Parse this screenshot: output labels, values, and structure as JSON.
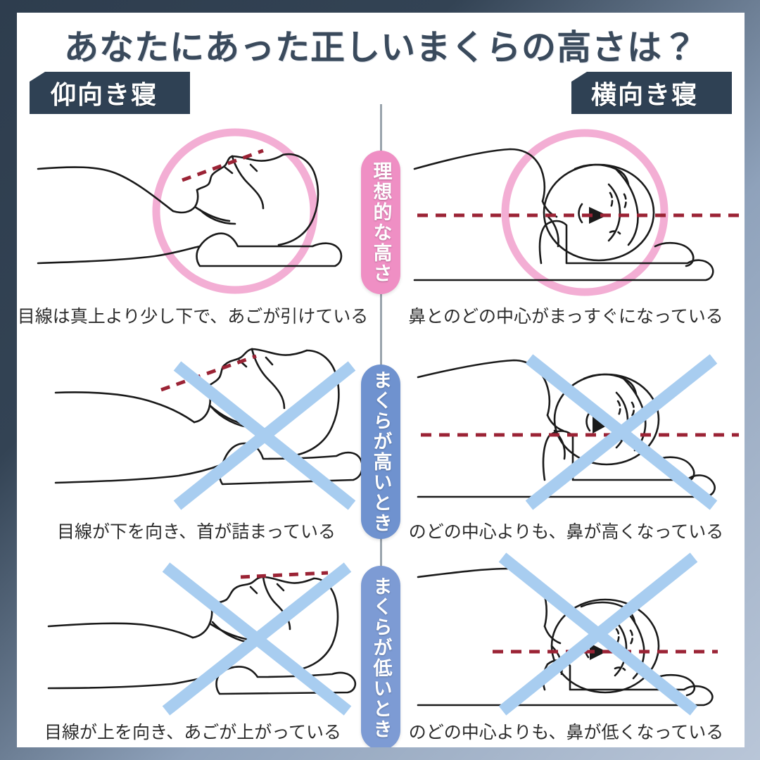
{
  "poster": {
    "title": "あなたにあった正しいまくらの高さは？",
    "frame_color": "#2f4154",
    "background_color": "#ffffff"
  },
  "columns": [
    {
      "id": "back-sleeping",
      "label": "仰向き寝"
    },
    {
      "id": "side-sleeping",
      "label": "横向き寝"
    }
  ],
  "center_labels": [
    {
      "id": "ideal-height",
      "label": "理想的な高さ",
      "color": "#ef8fc4",
      "status": "good"
    },
    {
      "id": "pillow-too-high",
      "label": "まくらが高いとき",
      "color": "#6f92cf",
      "status": "bad"
    },
    {
      "id": "pillow-too-low",
      "label": "まくらが低いとき",
      "color": "#7d9bd4",
      "status": "bad"
    }
  ],
  "rows": [
    {
      "id": "row-ideal",
      "left_caption": "目線は真上より少し下で、あごが引けている",
      "right_caption": "鼻とのどの中心がまっすぐになっている",
      "marked_wrong": false,
      "highlight_color": "#ef8fc4"
    },
    {
      "id": "row-too-high",
      "left_caption": "目線が下を向き、首が詰まっている",
      "right_caption": "のどの中心よりも、鼻が高くなっている",
      "marked_wrong": true,
      "cross_color": "#a8cdf0"
    },
    {
      "id": "row-too-low",
      "left_caption": "目線が上を向き、あごが上がっている",
      "right_caption": "のどの中心よりも、鼻が低くなっている",
      "marked_wrong": true,
      "cross_color": "#a8cdf0"
    }
  ],
  "annotations": {
    "sight_line_color": "#9b2335",
    "sight_line_style": "dashed",
    "outline_color": "#1a1a1a"
  }
}
